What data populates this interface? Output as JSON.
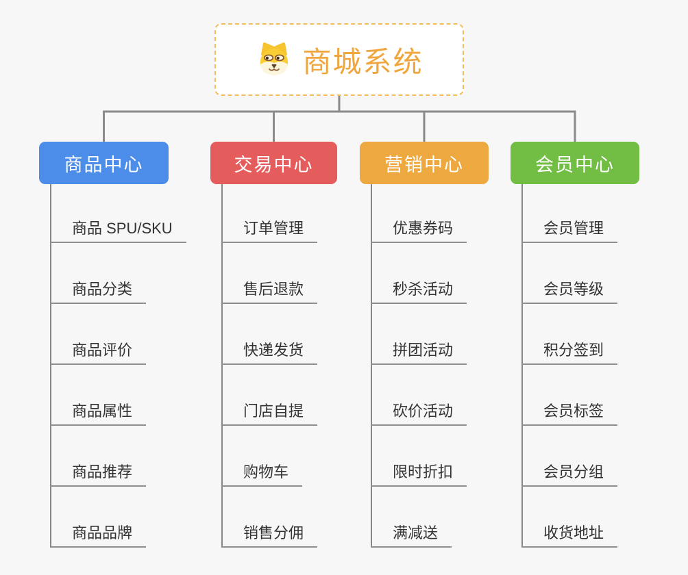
{
  "page": {
    "background_color": "#F7F7F7",
    "connector_color": "#8A8A8A",
    "underline_color": "#8E8E8E",
    "topic_text_color": "#333333"
  },
  "root": {
    "title": "商城系统",
    "icon": "shiba-dog-icon",
    "title_color": "#F0A63E",
    "border_color": "#F3BC5F",
    "background_color": "#FFFFFF"
  },
  "branches": [
    {
      "label": "商品中心",
      "color": "#4B8DE8",
      "items": [
        "商品 SPU/SKU",
        "商品分类",
        "商品评价",
        "商品属性",
        "商品推荐",
        "商品品牌"
      ]
    },
    {
      "label": "交易中心",
      "color": "#E45C5C",
      "items": [
        "订单管理",
        "售后退款",
        "快递发货",
        "门店自提",
        "购物车",
        "销售分佣"
      ]
    },
    {
      "label": "营销中心",
      "color": "#EDA93F",
      "items": [
        "优惠券码",
        "秒杀活动",
        "拼团活动",
        "砍价活动",
        "限时折扣",
        "满减送"
      ]
    },
    {
      "label": "会员中心",
      "color": "#72BE45",
      "items": [
        "会员管理",
        "会员等级",
        "积分签到",
        "会员标签",
        "会员分组",
        "收货地址"
      ]
    }
  ]
}
